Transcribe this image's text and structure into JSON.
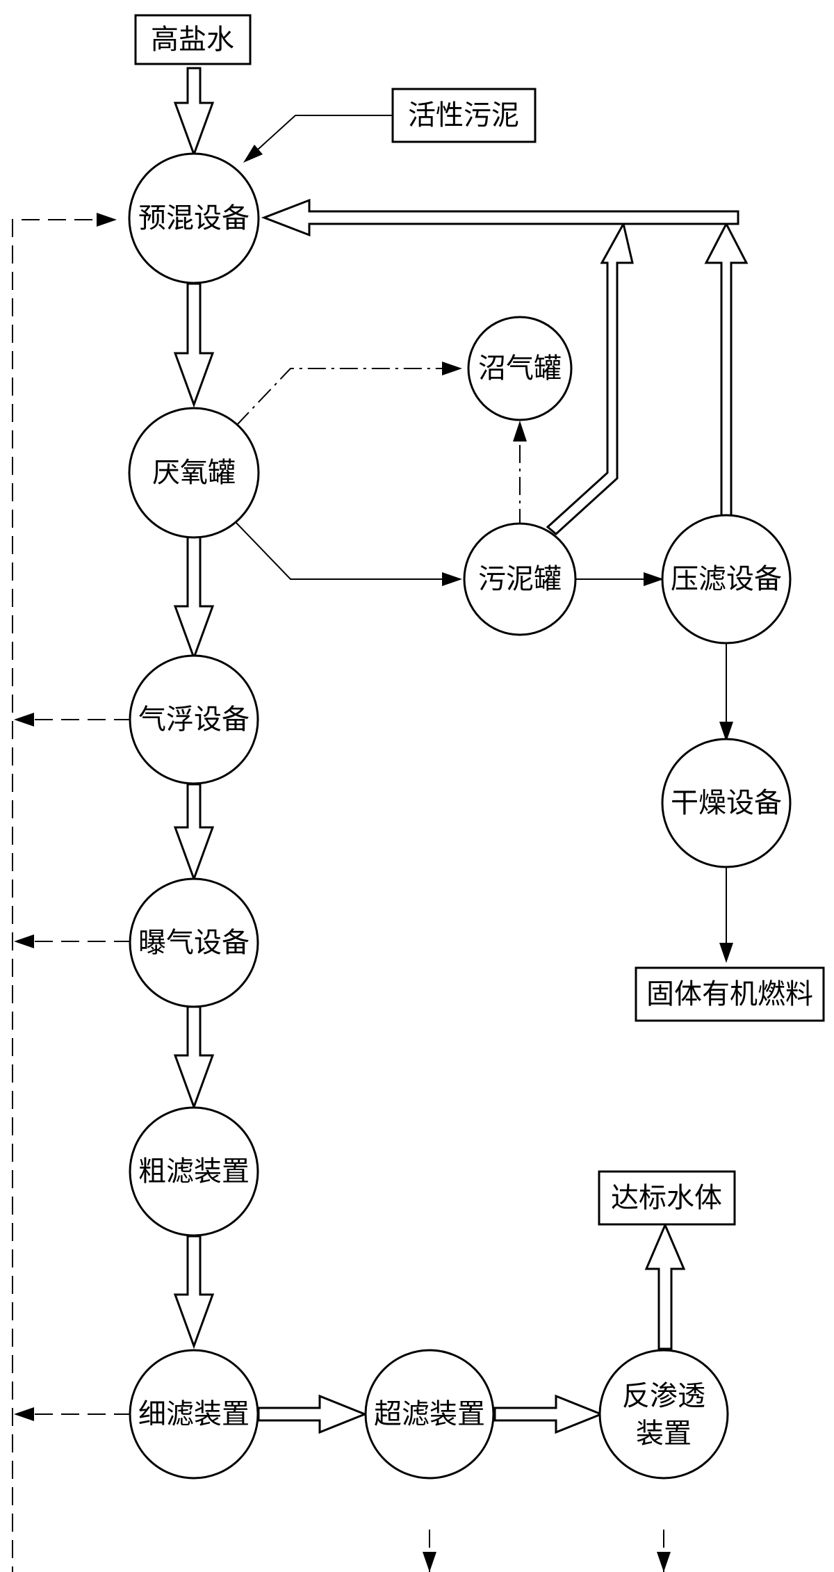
{
  "nodes": {
    "high_salt_water": "高盐水",
    "activated_sludge": "活性污泥",
    "premix": "预混设备",
    "anaerobic_tank": "厌氧罐",
    "biogas_tank": "沼气罐",
    "sludge_tank": "污泥罐",
    "filter_press": "压滤设备",
    "air_flotation": "气浮设备",
    "drying": "干燥设备",
    "solid_fuel": "固体有机燃料",
    "aeration": "曝气设备",
    "coarse_filter": "粗滤装置",
    "compliant_water": "达标水体",
    "fine_filter": "细滤装置",
    "ultrafiltration": "超滤装置",
    "reverse_osmosis_line1": "反渗透",
    "reverse_osmosis_line2": "装置"
  },
  "colors": {
    "stroke": "#000000",
    "fill": "#ffffff"
  }
}
